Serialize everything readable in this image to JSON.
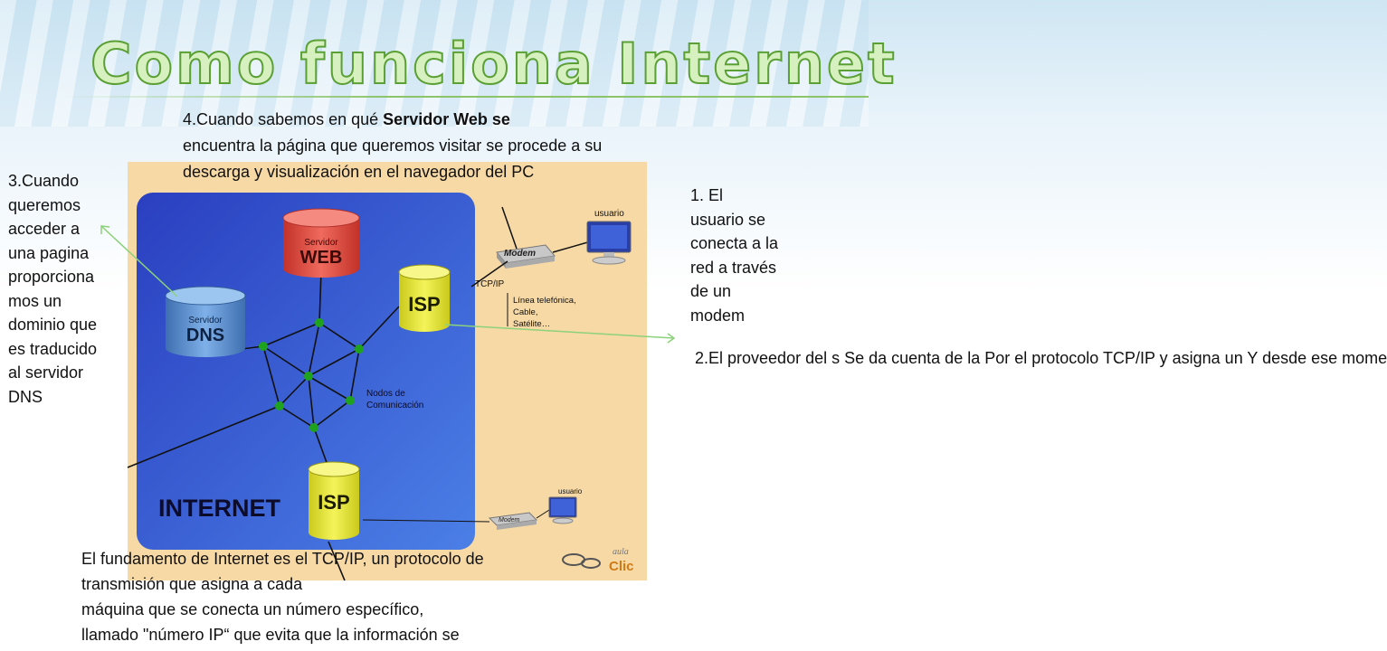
{
  "slide": {
    "title": "Como funciona Internet"
  },
  "texts": {
    "step4_pre": "4.Cuando sabemos en qué ",
    "step4_bold": "Servidor Web se",
    "step4_post": "encuentra la página que queremos visitar se procede a su descarga y visualización en el navegador del PC",
    "step3": "3.Cuando\nqueremos\nacceder a\nuna pagina\nproporciona\nmos un\ndominio que\nes traducido\nal servidor\nDNS",
    "step1": "1. El\nusuario se\nconecta a la\nred a través\nde un\nmodem",
    "step2": "2.El proveedor del s\nSe da cuenta de la\nPor el protocolo\nTCP/IP y asigna un\nY desde ese mome",
    "fundamento": "El fundamento de Internet es el TCP/IP, un protocolo de\ntransmisión que asigna a cada\nmáquina que se conecta un número específico,\nllamado \"número IP“ que evita que la información se"
  },
  "diagram": {
    "internet_label": "INTERNET",
    "servidor_web_top": "Servidor",
    "servidor_web_main": "WEB",
    "servidor_dns_top": "Servidor",
    "servidor_dns_main": "DNS",
    "isp_top_label": "ISP",
    "isp_bottom_label": "ISP",
    "modem_top_label": "Modem",
    "modem_bottom_label": "Modem",
    "usuario_top_label": "usuario",
    "usuario_bottom_label": "usuario",
    "tcpip_label": "TCP/IP",
    "lineas_1": "Línea telefónica,",
    "lineas_2": "Cable,",
    "lineas_3": "Satélite…",
    "nodos_1": "Nodos de",
    "nodos_2": "Comunicación",
    "logo_top": "aula",
    "logo_bottom": "Clic",
    "colors": {
      "background": "#f7d9a6",
      "internet_blue": "#2f49c8",
      "web_red": "#e0463c",
      "dns_blue": "#5a8fd0",
      "isp_yellow": "#e6e63a",
      "node_green": "#1fa31f"
    }
  }
}
